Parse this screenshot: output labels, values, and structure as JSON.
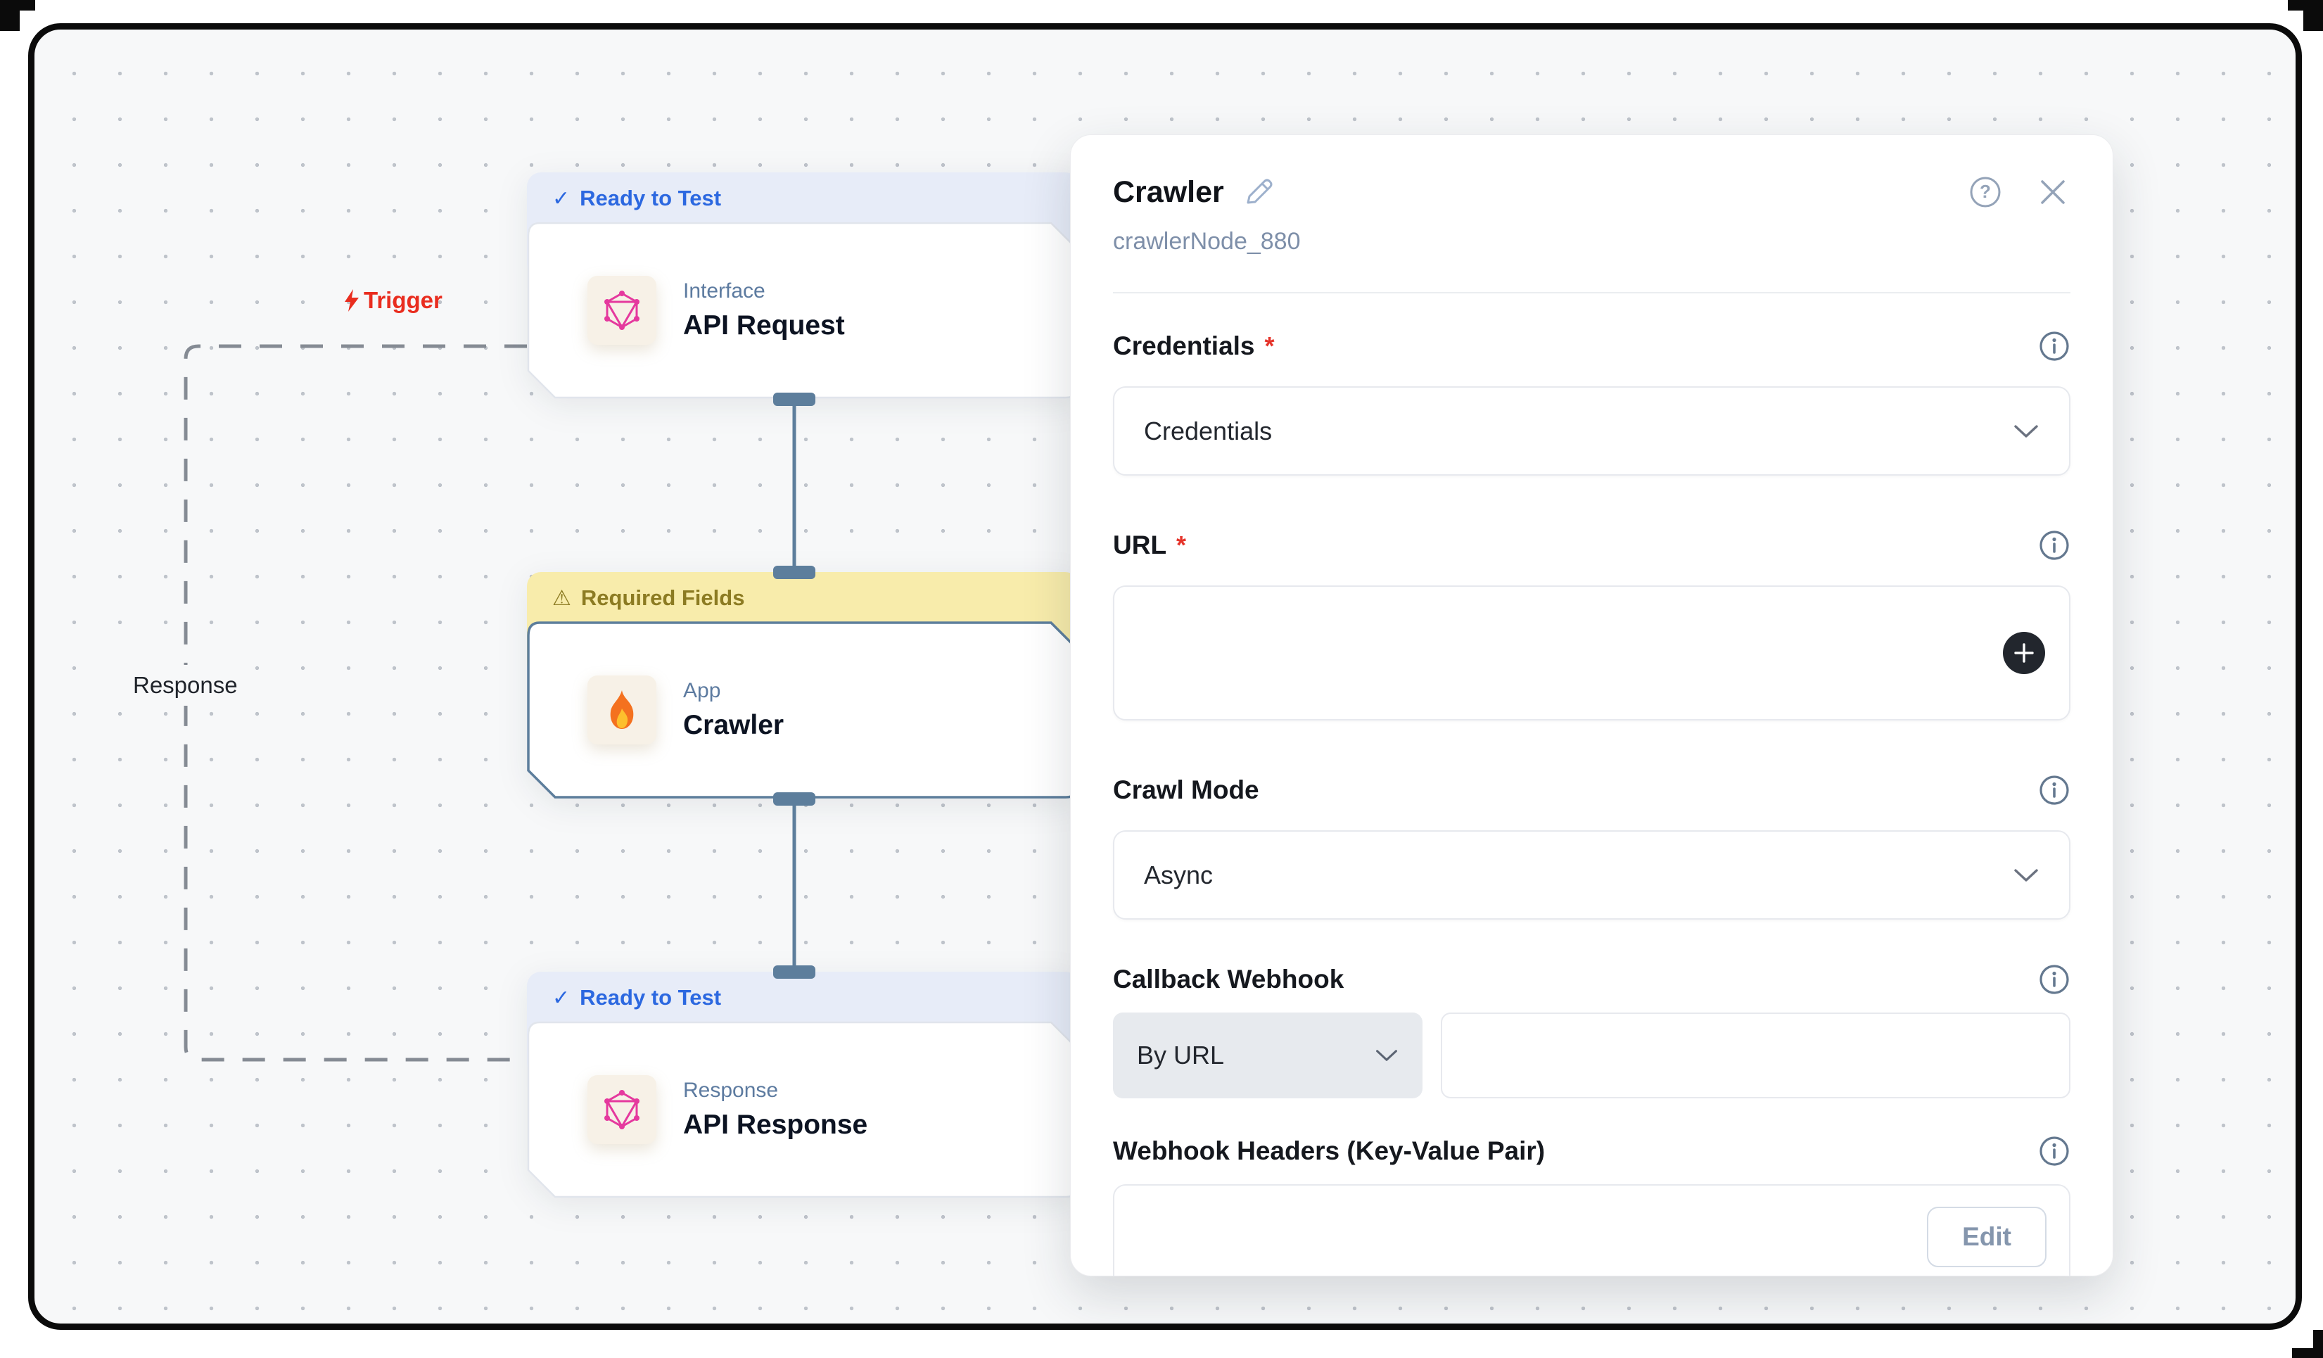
{
  "canvas": {
    "trigger_label": "Trigger",
    "response_label": "Response",
    "nodes": [
      {
        "status_icon": "✓",
        "status": "Ready to Test",
        "kind": "Interface",
        "title": "API Request",
        "icon": "graphql-icon"
      },
      {
        "status_icon": "⚠",
        "status": "Required Fields",
        "kind": "App",
        "title": "Crawler",
        "icon": "flame-icon"
      },
      {
        "status_icon": "✓",
        "status": "Ready to Test",
        "kind": "Response",
        "title": "API Response",
        "icon": "graphql-icon"
      }
    ]
  },
  "panel": {
    "title": "Crawler",
    "subtitle": "crawlerNode_880",
    "fields": {
      "credentials": {
        "label": "Credentials",
        "required_mark": "*",
        "value": "Credentials"
      },
      "url": {
        "label": "URL",
        "required_mark": "*",
        "value": ""
      },
      "crawl_mode": {
        "label": "Crawl Mode",
        "value": "Async"
      },
      "callback_webhook": {
        "label": "Callback Webhook",
        "mode_value": "By URL",
        "url_value": ""
      },
      "webhook_headers": {
        "label": "Webhook Headers (Key-Value Pair)",
        "edit_label": "Edit"
      }
    }
  },
  "colors": {
    "ready_blue": "#2c68e0",
    "ready_bg": "#e7ecf8",
    "warn_text": "#8c7b22",
    "warn_bg": "#f8ecab",
    "edge": "#5d7e9c",
    "trigger_red": "#e92d1f",
    "graphql_pink": "#e5399e",
    "canvas_bg": "#f7f8f9"
  }
}
